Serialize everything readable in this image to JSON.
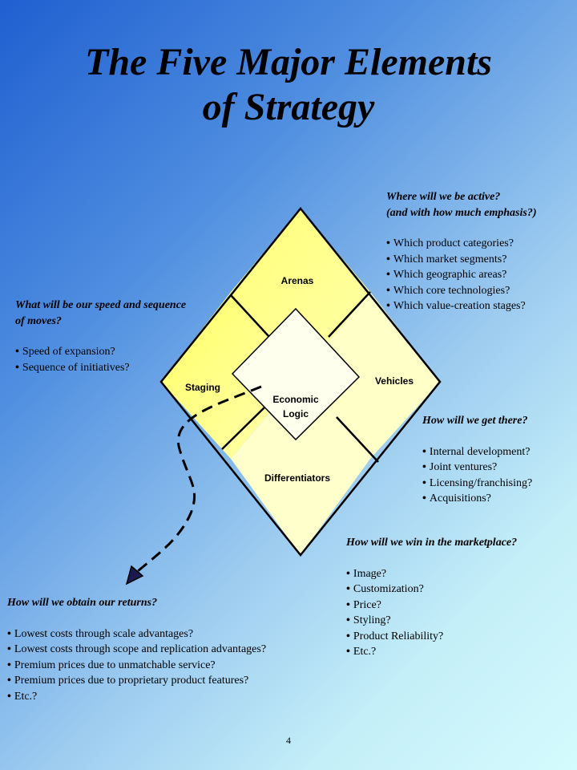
{
  "title": {
    "line1": "The Five Major Elements",
    "line2": "of Strategy"
  },
  "diagram": {
    "arenas": "Arenas",
    "vehicles": "Vehicles",
    "staging": "Staging",
    "differentiators": "Differentiators",
    "economic_logic_line1": "Economic",
    "economic_logic_line2": "Logic",
    "colors": {
      "top_fill": "#ffff88",
      "right_fill": "#ffffc4",
      "center_fill": "#ffffee"
    }
  },
  "arenas_block": {
    "question_line1": "Where will we be active?",
    "question_line2": "(and with how much emphasis?)",
    "items": [
      "Which product categories?",
      "Which market segments?",
      "Which geographic areas?",
      "Which core technologies?",
      "Which value-creation stages?"
    ]
  },
  "staging_block": {
    "question_line1": "What will be our speed and sequence",
    "question_line2": "of moves?",
    "items": [
      "Speed of expansion?",
      "Sequence of initiatives?"
    ]
  },
  "vehicles_block": {
    "question": "How will we get there?",
    "items": [
      "Internal development?",
      "Joint ventures?",
      "Licensing/franchising?",
      "Acquisitions?"
    ]
  },
  "differentiators_block": {
    "question": "How will we win in the marketplace?",
    "items": [
      "Image?",
      "Customization?",
      "Price?",
      "Styling?",
      "Product Reliability?",
      "Etc.?"
    ]
  },
  "economic_block": {
    "question": "How will we obtain our returns?",
    "items": [
      "Lowest costs through scale advantages?",
      "Lowest costs through scope and replication advantages?",
      "Premium prices due to unmatchable service?",
      "Premium prices due to proprietary product features?",
      "Etc.?"
    ]
  },
  "page_number": "4"
}
